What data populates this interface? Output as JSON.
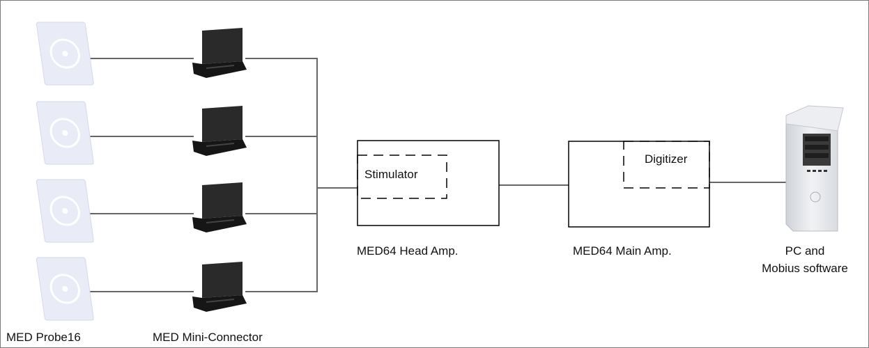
{
  "labels": {
    "probe": "MED Probe16",
    "connector": "MED Mini-Connector",
    "head_amp": "MED64 Head Amp.",
    "stimulator": "Stimulator",
    "main_amp": "MED64 Main Amp.",
    "digitizer": "Digitizer",
    "pc_line1": "PC and",
    "pc_line2": "Mobius software"
  },
  "colors": {
    "line": "#666666",
    "probe": "#e9ecf7",
    "connector": "#161616",
    "box_border": "#000000"
  },
  "icons": {
    "probe": "med-probe-icon",
    "connector": "mini-connector-icon",
    "pc": "pc-tower-icon"
  }
}
